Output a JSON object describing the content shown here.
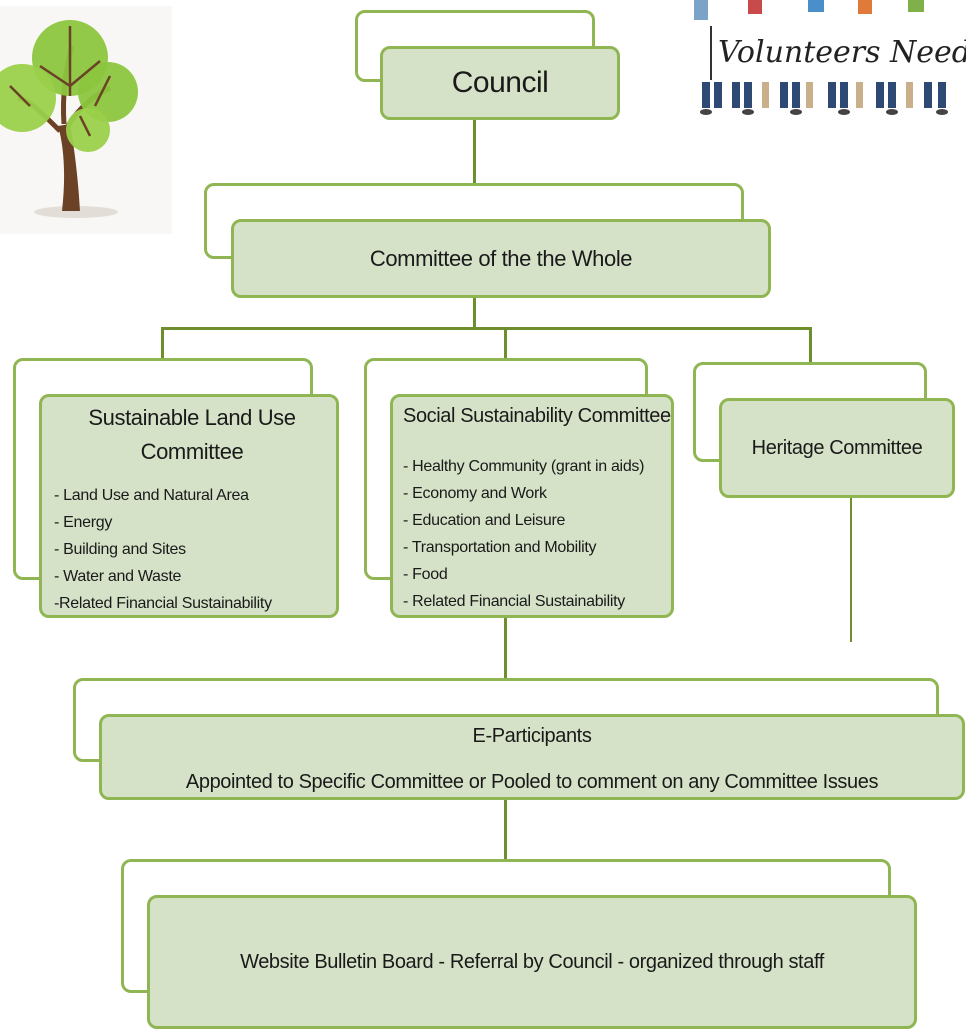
{
  "council": {
    "title": "Council"
  },
  "committee_whole": {
    "title": "Committee of the the Whole"
  },
  "land_use": {
    "title": "Sustainable Land Use Committee",
    "items": [
      "- Land Use and Natural Area",
      "- Energy",
      "- Building and Sites",
      "- Water and Waste",
      "-Related Financial Sustainability"
    ]
  },
  "social": {
    "title": "Social Sustainability Committee",
    "items": [
      "- Healthy Community (grant in aids)",
      "- Economy and Work",
      "- Education and Leisure",
      "- Transportation and Mobility",
      "- Food",
      "- Related Financial Sustainability"
    ]
  },
  "heritage": {
    "title": "Heritage Committee"
  },
  "e_participants": {
    "title": "E-Participants",
    "subtitle": "Appointed to Specific Committee or Pooled to comment on any Committee Issues"
  },
  "bulletin": {
    "title": "Website Bulletin Board - Referral by Council - organized through staff"
  },
  "banner": {
    "text": "Volunteers Neede"
  },
  "colors": {
    "box_fill": "#d5e2c8",
    "box_border": "#8fb652",
    "connector": "#6f8f2e"
  }
}
